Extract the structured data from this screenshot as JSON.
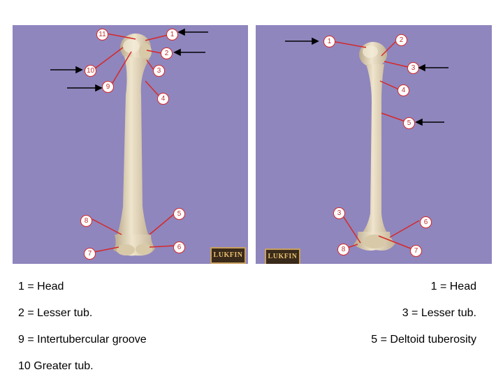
{
  "left_panel": {
    "labels": [
      "11",
      "1",
      "2",
      "10",
      "3",
      "9",
      "4",
      "8",
      "5",
      "7",
      "6"
    ],
    "logo_text": "LUKFIN"
  },
  "right_panel": {
    "labels": [
      "1",
      "2",
      "3",
      "4",
      "5",
      "3",
      "6",
      "8",
      "7"
    ],
    "logo_text": "LUKFIN"
  },
  "legend_left": [
    "1 = Head",
    "2 = Lesser tub.",
    "9 = Intertubercular groove",
    "10 Greater tub."
  ],
  "legend_right": [
    "1 = Head",
    "3 = Lesser tub.",
    "5 = Deltoid tuberosity"
  ],
  "colors": {
    "background": "#8f86be",
    "bone": "#e8dcc0",
    "callout": "#d62828"
  }
}
